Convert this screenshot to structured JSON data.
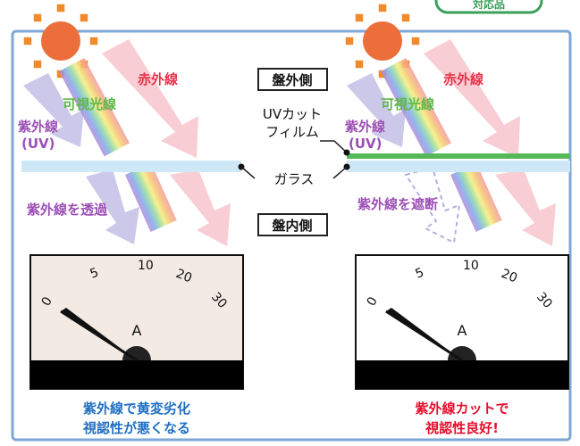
{
  "top_badge": "対応品",
  "outside_label": "盤外側",
  "inside_label": "盤内側",
  "film_label_line1": "UVカット",
  "film_label_line2": "フィルム",
  "glass_label": "ガラス",
  "left": {
    "infrared": "赤外線",
    "visible": "可視光線",
    "uv_line1": "紫外線",
    "uv_line2": "(UV)",
    "uv_note": "紫外線を透過",
    "meter_unit": "A",
    "meter_ticks": [
      "0",
      "5",
      "10",
      "20",
      "30"
    ],
    "caption_line1": "紫外線で黄変劣化",
    "caption_line2": "視認性が悪くなる"
  },
  "right": {
    "infrared": "赤外線",
    "visible": "可視光線",
    "uv_line1": "紫外線",
    "uv_line2": "(UV)",
    "uv_note": "紫外線を遮断",
    "meter_unit": "A",
    "meter_ticks": [
      "0",
      "5",
      "10",
      "20",
      "30"
    ],
    "caption_line1": "紫外線カットで",
    "caption_line2": "視認性良好!"
  },
  "colors": {
    "frame": "#7ea7d6",
    "infrared": "#e8334a",
    "visible": "#5fb84a",
    "uv": "#9b4fb5",
    "caption_left": "#1f6fc4",
    "caption_right": "#e60f2c",
    "glass": "#cfe8f7",
    "film": "#57b85a",
    "meter_left_face": "#f3ebe3",
    "meter_right_face": "#ffffff"
  }
}
